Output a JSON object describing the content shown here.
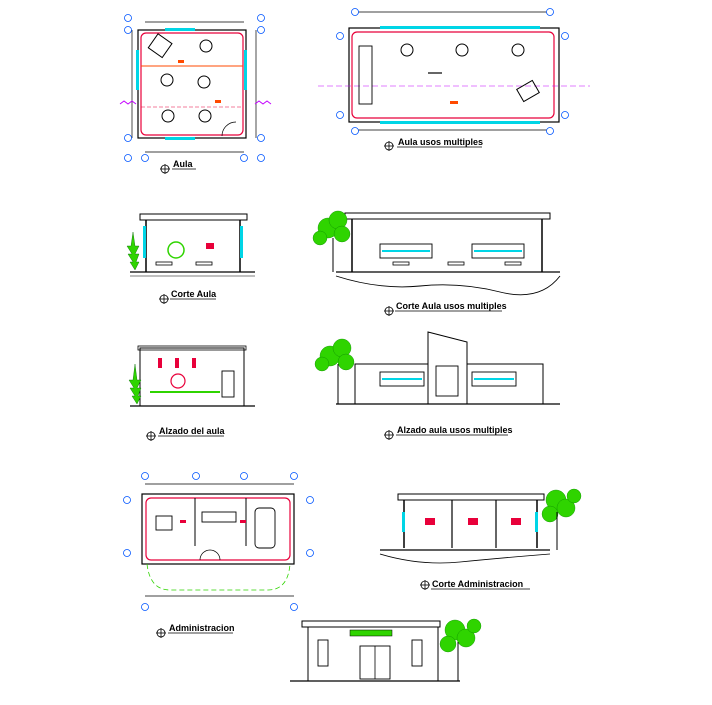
{
  "drawings": {
    "aula": {
      "title": "Aula"
    },
    "aula_usos": {
      "title": "Aula usos multiples"
    },
    "corte_aula": {
      "title": "Corte Aula"
    },
    "corte_usos": {
      "title": "Corte Aula usos multiples"
    },
    "alzado_aula": {
      "title": "Alzado del aula"
    },
    "alzado_usos": {
      "title": "Alzado aula usos multiples"
    },
    "corte_admin": {
      "title": "Corte Administracion"
    },
    "admin": {
      "title": "Administracion"
    }
  },
  "colors": {
    "wall": "#e8003a",
    "glass": "#00d5e6",
    "tree": "#2fd400",
    "dim": "#4a6cff",
    "accent": "#ff4a00",
    "magenta": "#c300ff"
  }
}
